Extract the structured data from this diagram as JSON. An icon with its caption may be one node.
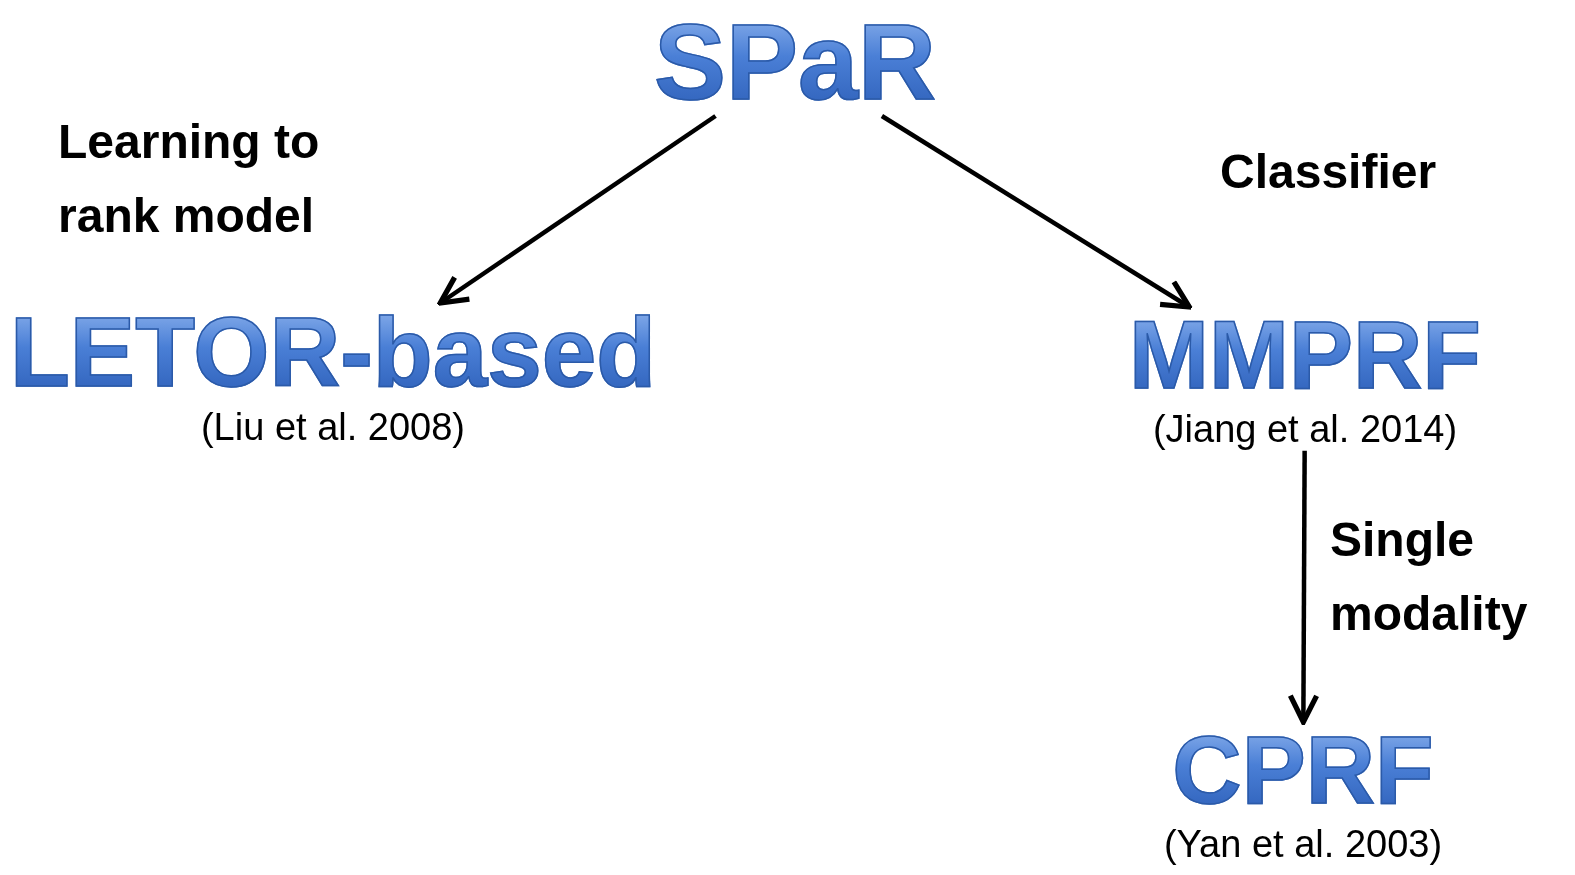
{
  "diagram": {
    "nodes": [
      {
        "text": [
          "SPaR"
        ]
      },
      {
        "text": [
          "LETOR-based"
        ],
        "beside": [
          "(Liu et al. 2008)"
        ]
      },
      {
        "text": [
          "MMPRF"
        ],
        "beside": [
          "(Jiang et al. 2014)"
        ]
      },
      {
        "text": [
          "CPRF"
        ],
        "beside": [
          "(Yan et al. 2003)"
        ]
      }
    ],
    "edges": [
      {
        "from": 0,
        "to": 1,
        "arrow": "to",
        "label": "Learning to rank model"
      },
      {
        "from": 0,
        "to": 2,
        "arrow": "to",
        "label": "Classifier"
      },
      {
        "from": 2,
        "to": 3,
        "arrow": "to",
        "label": "Single modality"
      }
    ]
  }
}
